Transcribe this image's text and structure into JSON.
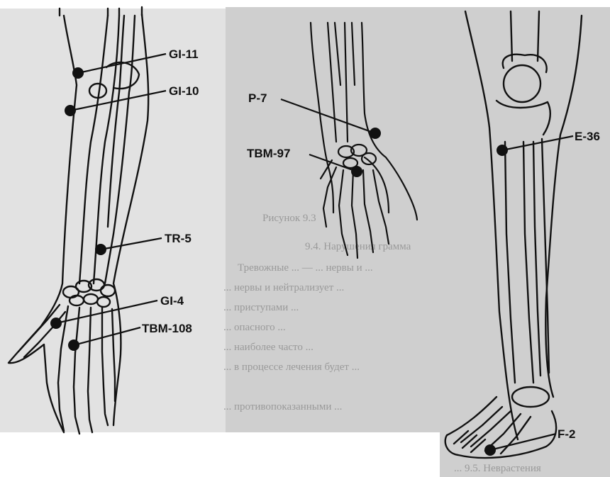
{
  "points": {
    "gi11": "GI-11",
    "gi10": "GI-10",
    "tr5": "TR-5",
    "gi4": "GI-4",
    "tbm108": "TBM-108",
    "p7": "P-7",
    "tbm97": "TBM-97",
    "e36": "E-36",
    "f2": "F-2"
  },
  "background_text": {
    "caption": "Рисунок 9.3",
    "heading": "9.4. Нарушения грамма",
    "lines": [
      "Тревожные ... — ... нервы и ...",
      "... нервы и нейтрализует ...",
      "... приступами ...",
      "... опасного ...",
      "... наиболее часто ...",
      "... в процессе лечения будет ...",
      "... противопоказанными ...",
      "... 9.5. Неврастения"
    ]
  },
  "colors": {
    "ink": "#111111",
    "page": "#ffffff",
    "paper_gray": "#cfcfcf"
  }
}
